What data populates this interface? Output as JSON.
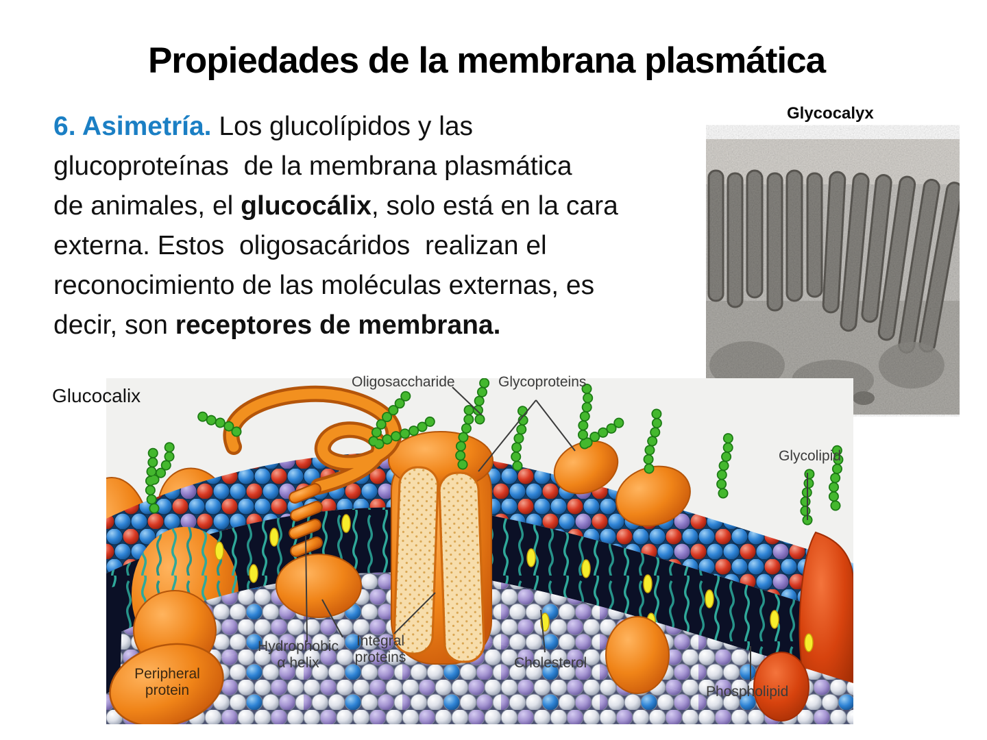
{
  "slide": {
    "title": "Propiedades de la membrana plasmática",
    "paragraph_lines": [
      [
        {
          "t": "6. Asimetría.",
          "s": "accent"
        },
        {
          "t": " Los glucolípidos y las",
          "s": "n"
        }
      ],
      [
        {
          "t": "glucoproteínas  de la membrana plasmática",
          "s": "n"
        }
      ],
      [
        {
          "t": "de animales, el ",
          "s": "n"
        },
        {
          "t": "glucocálix",
          "s": "b"
        },
        {
          "t": ", solo está en la cara",
          "s": "n"
        }
      ],
      [
        {
          "t": "externa. Estos  oligosacáridos  realizan el",
          "s": "n"
        }
      ],
      [
        {
          "t": "reconocimiento de las moléculas externas, es",
          "s": "n"
        }
      ],
      [
        {
          "t": "decir, son ",
          "s": "n"
        },
        {
          "t": "receptores de membrana.",
          "s": "b"
        }
      ]
    ]
  },
  "em_figure": {
    "label": "Glycocalyx"
  },
  "diagram": {
    "side_label": "Glucocalix",
    "labels": {
      "oligosaccharide": "Oligosaccharide",
      "glycoproteins": "Glycoproteins",
      "glycolipid": "Glycolipid",
      "hydrophobic_line1": "Hydrophobic",
      "hydrophobic_line2": "α helix",
      "integral_line1": "Integral",
      "integral_line2": "proteins",
      "cholesterol": "Cholesterol",
      "phospholipid": "Phospholipid",
      "peripheral_line1": "Peripheral",
      "peripheral_line2": "protein"
    },
    "colors": {
      "accent_text": "#1b7fc4",
      "head_blue": "#2f84d6",
      "head_red": "#d93a24",
      "head_purple": "#8e7cc8",
      "head_white": "#dfe2ea",
      "head_lavender": "#a595d2",
      "tail_teal": "#2aa89b",
      "interior_navy": "#0b1026",
      "protein_orange": "#f08418",
      "channel_tan": "#f7ddab",
      "bead_green": "#3fae2e",
      "cholesterol_yellow": "#f6ee2c"
    }
  }
}
